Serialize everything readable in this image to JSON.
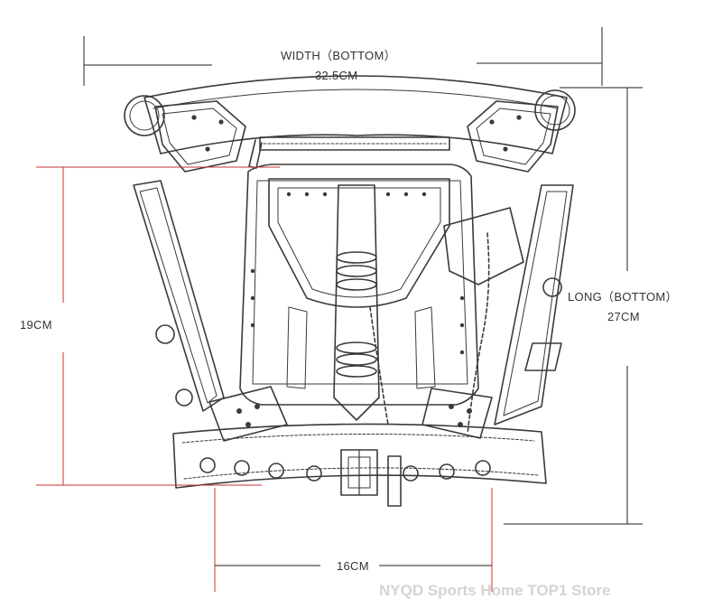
{
  "dimensions": {
    "width_bottom": {
      "title": "WIDTH（BOTTOM）",
      "value": "32.5CM"
    },
    "height": {
      "value": "19CM"
    },
    "long_bottom": {
      "title": "LONG（BOTTOM）",
      "value": "27CM"
    },
    "depth": {
      "value": "16CM"
    }
  },
  "watermark": "NYQD Sports Home TOP1 Store",
  "colors": {
    "dimension_line": "#222222",
    "height_line": "#c83232",
    "sketch": "#3a3a3a",
    "background": "#ffffff"
  }
}
